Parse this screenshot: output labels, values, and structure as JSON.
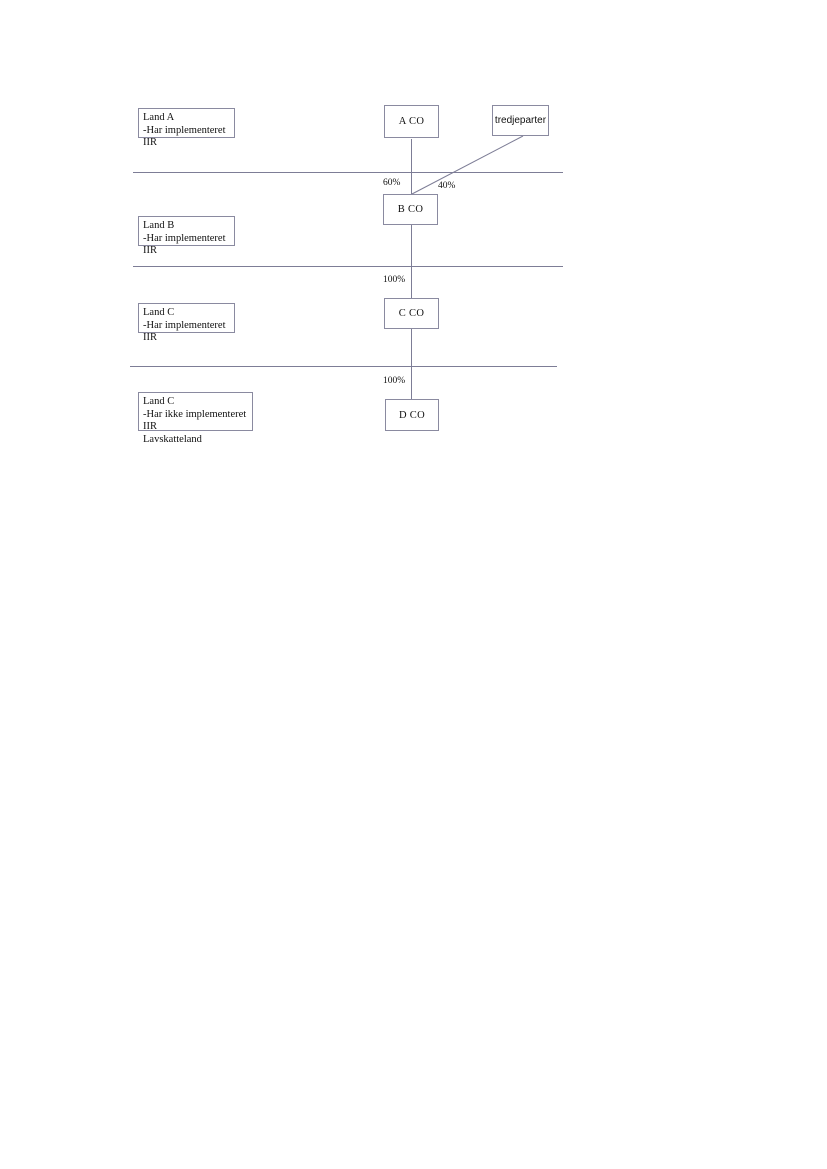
{
  "diagram": {
    "title": "IIR implementation ownership chain",
    "line_color": "#7d7d96",
    "box_border_color": "#8a8aa0",
    "background": "#ffffff",
    "jurisdiction_notes": [
      {
        "id": "land-a",
        "country": "Land A",
        "status": "-Har implementeret IIR",
        "text": "Land A\n-Har implementeret IIR"
      },
      {
        "id": "land-b",
        "country": "Land B",
        "status": "-Har implementeret IIR",
        "text": "Land B\n-Har implementeret IIR"
      },
      {
        "id": "land-c",
        "country": "Land C",
        "status": "-Har implementeret IIR",
        "text": "Land C\n-Har implementeret IIR"
      },
      {
        "id": "land-c-low-tax",
        "country": "Land C",
        "status": "-Har ikke implementeret IIR",
        "extra": "Lavskatteland",
        "text": "Land C\n-Har ikke implementeret IIR\nLavskatteland"
      }
    ],
    "entities": [
      {
        "id": "a-co",
        "label": "A CO"
      },
      {
        "id": "tredjeparter",
        "label": "tredjeparter"
      },
      {
        "id": "b-co",
        "label": "B CO"
      },
      {
        "id": "c-co",
        "label": "C CO"
      },
      {
        "id": "d-co",
        "label": "D CO"
      }
    ],
    "ownership_edges": [
      {
        "from": "a-co",
        "to": "b-co",
        "percent": "60%"
      },
      {
        "from": "tredjeparter",
        "to": "b-co",
        "percent": "40%"
      },
      {
        "from": "b-co",
        "to": "c-co",
        "percent": "100%"
      },
      {
        "from": "c-co",
        "to": "d-co",
        "percent": "100%"
      }
    ]
  }
}
